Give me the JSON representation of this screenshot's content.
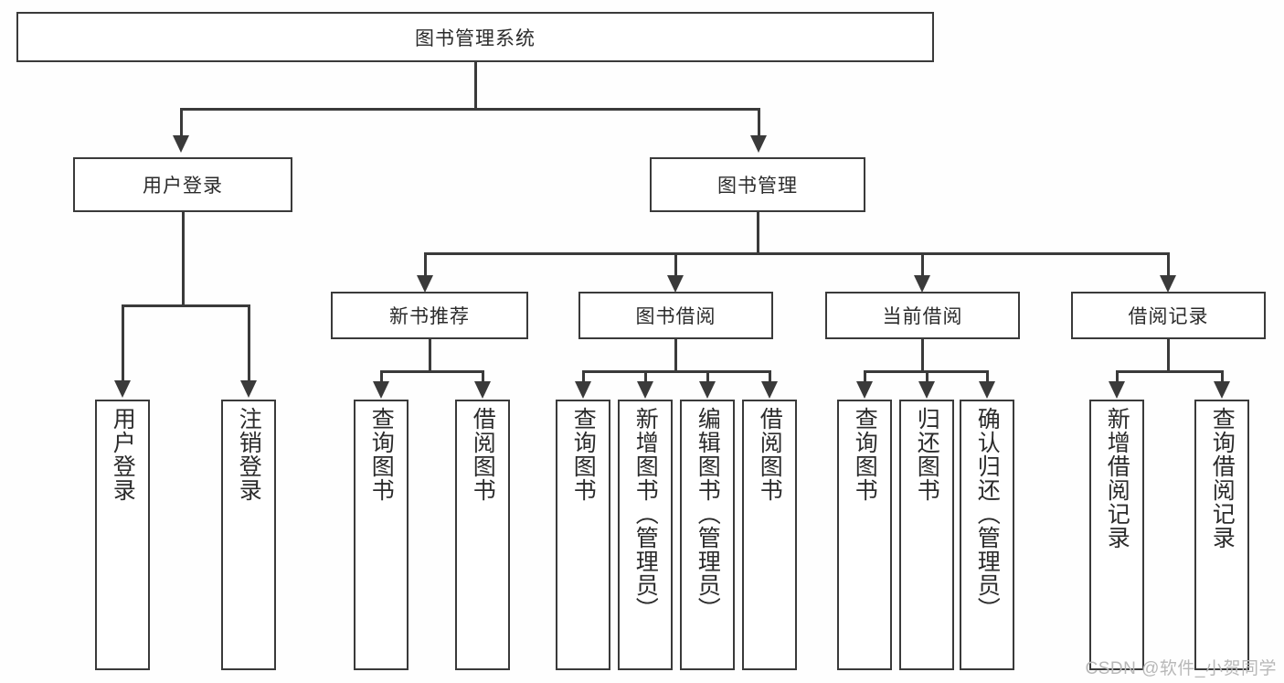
{
  "diagram": {
    "type": "hierarchy-tree",
    "title": "图书管理系统",
    "background_color": "#fefefe",
    "line_color": "#3a3a3a",
    "text_color": "#2b2b2b",
    "watermark": "CSDN @软件_小贺同学",
    "root": {
      "label": "图书管理系统",
      "level": 1
    },
    "level2": [
      {
        "label": "用户登录"
      },
      {
        "label": "图书管理"
      }
    ],
    "level3": [
      {
        "label": "新书推荐"
      },
      {
        "label": "图书借阅"
      },
      {
        "label": "当前借阅"
      },
      {
        "label": "借阅记录"
      }
    ],
    "leaves": {
      "user_login": [
        {
          "label": "用户登录"
        },
        {
          "label": "注销登录"
        }
      ],
      "new_book_recommend": [
        {
          "label": "查询图书"
        },
        {
          "label": "借阅图书"
        }
      ],
      "book_borrow": [
        {
          "label": "查询图书"
        },
        {
          "label": "新增图书（管理员）"
        },
        {
          "label": "编辑图书（管理员）"
        },
        {
          "label": "借阅图书"
        }
      ],
      "current_borrow": [
        {
          "label": "查询图书"
        },
        {
          "label": "归还图书"
        },
        {
          "label": "确认归还（管理员）"
        }
      ],
      "borrow_record": [
        {
          "label": "新增借阅记录"
        },
        {
          "label": "查询借阅记录"
        }
      ]
    }
  }
}
